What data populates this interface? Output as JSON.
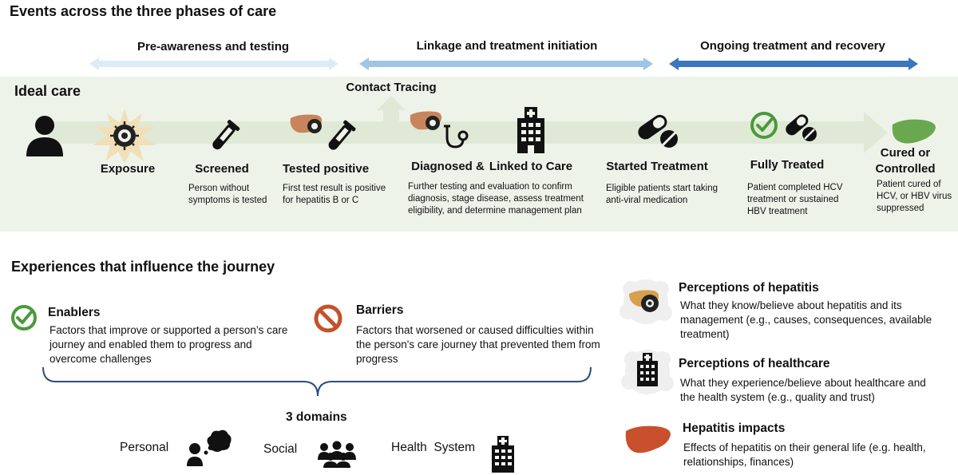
{
  "header": {
    "title": "Events across the three phases of care"
  },
  "phases": [
    {
      "label": "Pre-awareness and testing",
      "color": "#dcecf7"
    },
    {
      "label": "Linkage and treatment initiation",
      "color": "#9fc5e4"
    },
    {
      "label": "Ongoing treatment and recovery",
      "color": "#3a78bb"
    }
  ],
  "ideal_care": {
    "label": "Ideal care",
    "contact_tracing": "Contact Tracing",
    "steps": [
      {
        "title": "Exposure",
        "desc": ""
      },
      {
        "title": "Screened",
        "desc": "Person without symptoms is tested"
      },
      {
        "title": "Tested positive",
        "desc": "First test result is positive for hepatitis B or C"
      },
      {
        "title": "Diagnosed &",
        "desc": "Further testing and evaluation to confirm diagnosis, stage disease, assess treatment eligibility, and determine management plan"
      },
      {
        "title": "Linked to Care",
        "desc": ""
      },
      {
        "title": "Started Treatment",
        "desc": "Eligible patients start taking anti-viral medication"
      },
      {
        "title": "Fully Treated",
        "desc": "Patient completed HCV treatment or sustained HBV treatment"
      },
      {
        "title": "Cured or Controlled",
        "desc": "Patient cured of HCV, or HBV virus suppressed"
      }
    ]
  },
  "experiences": {
    "title": "Experiences that influence the journey",
    "enablers": {
      "title": "Enablers",
      "desc": "Factors that improve or supported a person’s care journey and enabled them to progress and overcome challenges"
    },
    "barriers": {
      "title": "Barriers",
      "desc": "Factors that worsened or caused difficulties within the person's care journey that prevented them from progress"
    },
    "domains_title": "3 domains",
    "domains": [
      "Personal",
      "Social",
      "Health  System"
    ]
  },
  "perceptions": [
    {
      "title": "Perceptions of hepatitis",
      "desc": "What they know/believe about hepatitis and its management (e.g., causes, consequences, available treatment)"
    },
    {
      "title": "Perceptions of healthcare",
      "desc": "What they experience/believe about healthcare and the health system (e.g., quality and trust)"
    },
    {
      "title": "Hepatitis impacts",
      "desc": "Effects of hepatitis on their general life (e.g. health, relationships, finances)"
    }
  ],
  "colors": {
    "enabler_green": "#4a9a3a",
    "barrier_orange": "#c2522c",
    "liver_green": "#6aa84f",
    "liver_brown": "#c8845c",
    "liver_red": "#c8502c"
  }
}
